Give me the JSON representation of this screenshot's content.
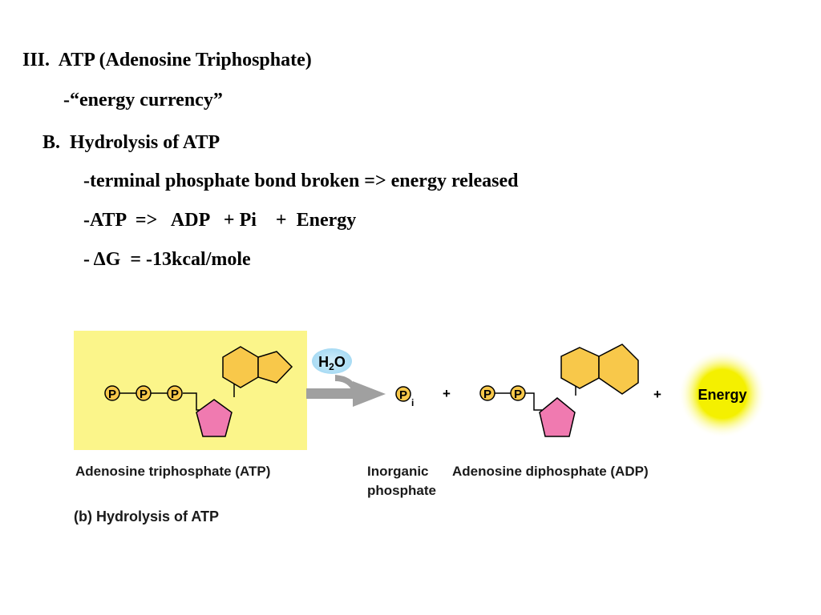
{
  "slide": {
    "line1": "III.  ATP (Adenosine Triphosphate)",
    "line2": "-“energy currency”",
    "line3": "B.  Hydrolysis of ATP",
    "line4": "-terminal phosphate bond broken => energy released",
    "line5": "-ATP  =>   ADP   + Pi    +  Energy",
    "line6": "- ΔG  = -13kcal/mole"
  },
  "figure": {
    "phosphate_symbol": "P",
    "water_h": "H",
    "water_sub": "2",
    "water_o": "O",
    "pi_subscript": "i",
    "plus": "+",
    "energy": "Energy",
    "atp_label": "Adenosine triphosphate (ATP)",
    "pi_label_line1": "Inorganic",
    "pi_label_line2": "phosphate",
    "adp_label": "Adenosine diphosphate (ADP)",
    "caption": "(b) Hydrolysis of ATP",
    "colors": {
      "atp_background": "#fbf58a",
      "ribose": "#f07ab0",
      "adenine": "#f8c84a",
      "energy_glow": "#f4f000",
      "arrow": "#a0a0a0",
      "water_bubble": "#b7e2f7"
    }
  }
}
